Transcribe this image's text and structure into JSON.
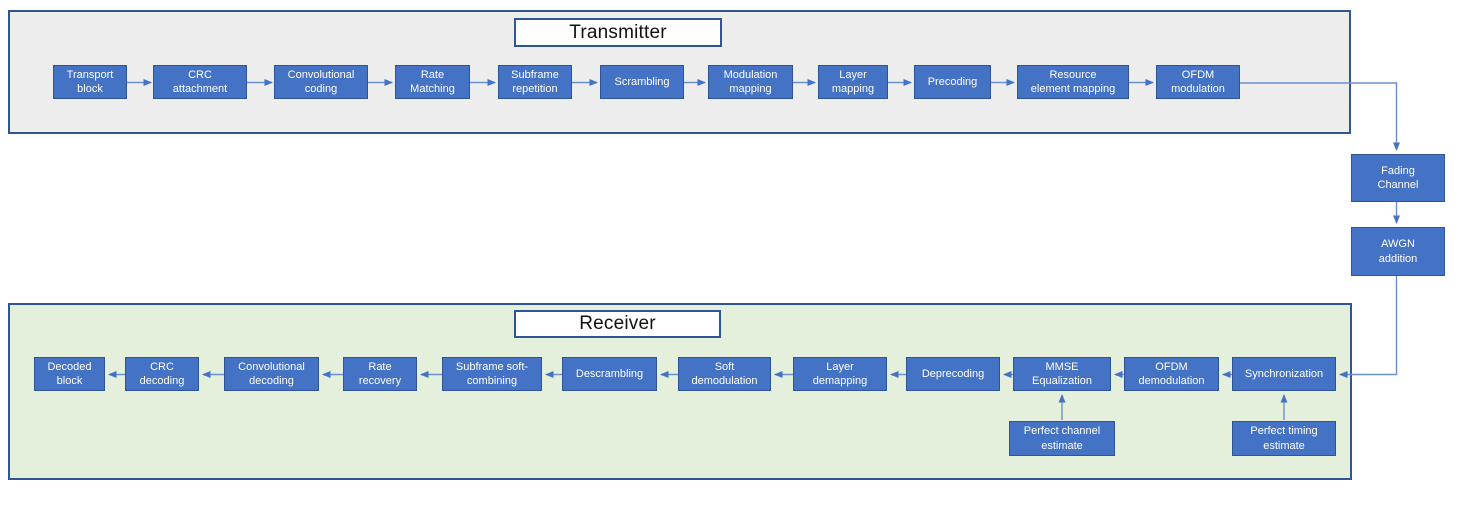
{
  "diagram": {
    "transmitter": {
      "title": "Transmitter",
      "blocks": [
        "Transport\nblock",
        "CRC\nattachment",
        "Convolutional\ncoding",
        "Rate\nMatching",
        "Subframe\nrepetition",
        "Scrambling",
        "Modulation\nmapping",
        "Layer\nmapping",
        "Precoding",
        "Resource\nelement mapping",
        "OFDM\nmodulation"
      ]
    },
    "channel": {
      "blocks": [
        "Fading\nChannel",
        "AWGN\naddition"
      ]
    },
    "receiver": {
      "title": "Receiver",
      "blocks": [
        "Decoded\nblock",
        "CRC\ndecoding",
        "Convolutional\ndecoding",
        "Rate\nrecovery",
        "Subframe soft-\ncombining",
        "Descrambling",
        "Soft\ndemodulation",
        "Layer\ndemapping",
        "Deprecoding",
        "MMSE\nEqualization",
        "OFDM\ndemodulation",
        "Synchronization"
      ],
      "estimates": [
        "Perfect channel\nestimate",
        "Perfect timing\nestimate"
      ]
    },
    "colors": {
      "block_fill": "#4472C4",
      "block_border": "#2F5597",
      "container_border": "#2F5597",
      "transmitter_bg": "#EDEDED",
      "receiver_bg": "#E5F0DC",
      "connector_line": "#6B90D1",
      "arrowhead": "#4472C4",
      "title_text": "#111111",
      "block_text": "#FFFFFF"
    }
  }
}
